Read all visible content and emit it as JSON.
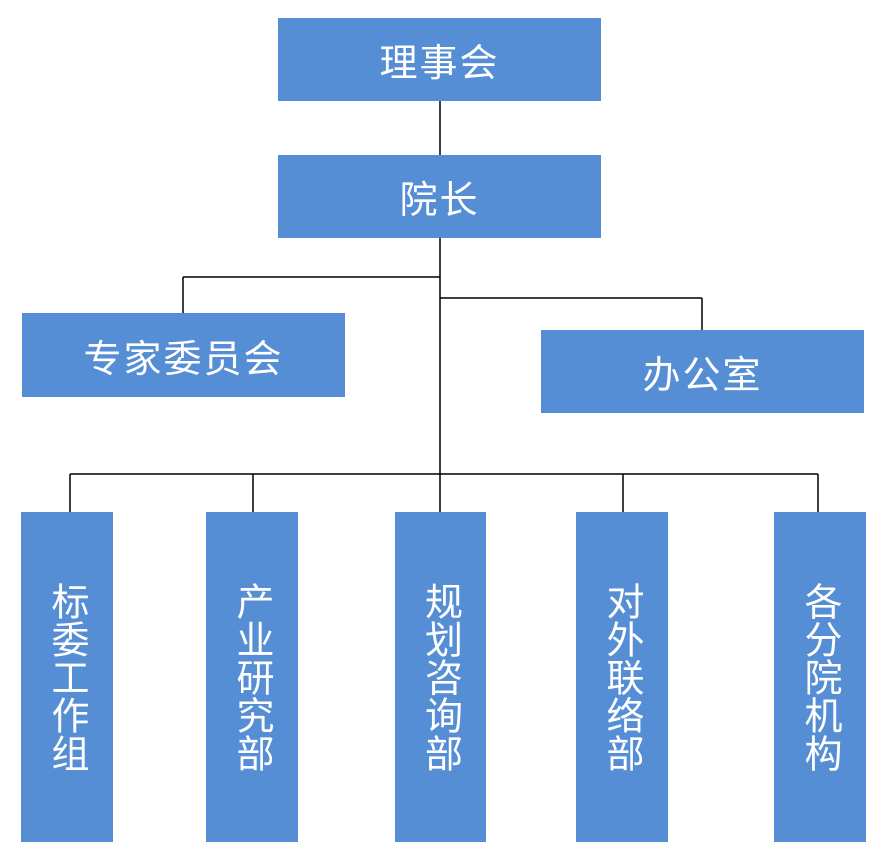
{
  "colors": {
    "box_fill": "#558ed5",
    "connector": "#000000",
    "text": "#ffffff"
  },
  "nodes": {
    "board": "理事会",
    "president": "院长",
    "expert_committee": "专家委员会",
    "office": "办公室",
    "departments": [
      "标委工作组",
      "产业研究部",
      "规划咨询部",
      "对外联络部",
      "各分院机构"
    ]
  }
}
